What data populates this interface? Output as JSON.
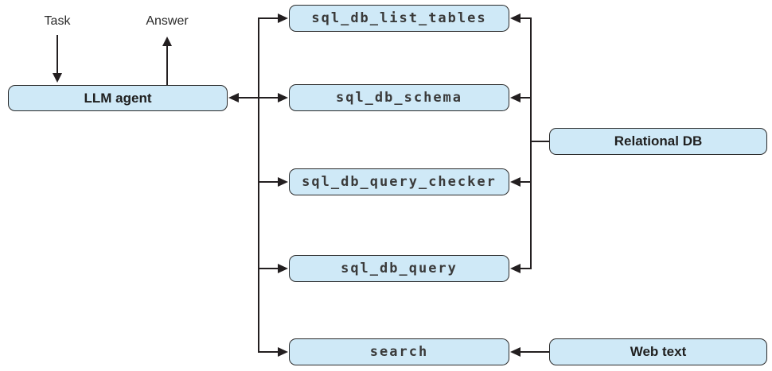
{
  "labels": {
    "task": "Task",
    "answer": "Answer"
  },
  "agent": {
    "label": "LLM agent"
  },
  "tools": [
    {
      "label": "sql_db_list_tables"
    },
    {
      "label": "sql_db_schema"
    },
    {
      "label": "sql_db_query_checker"
    },
    {
      "label": "sql_db_query"
    },
    {
      "label": "search"
    }
  ],
  "sources": [
    {
      "label": "Relational DB"
    },
    {
      "label": "Web text"
    }
  ],
  "colors": {
    "box_fill": "#cfe9f7",
    "box_border": "#2a2a2a",
    "connector": "#231f20",
    "mono_text": "#3a3a3a",
    "sans_text": "#1f1f1f"
  }
}
